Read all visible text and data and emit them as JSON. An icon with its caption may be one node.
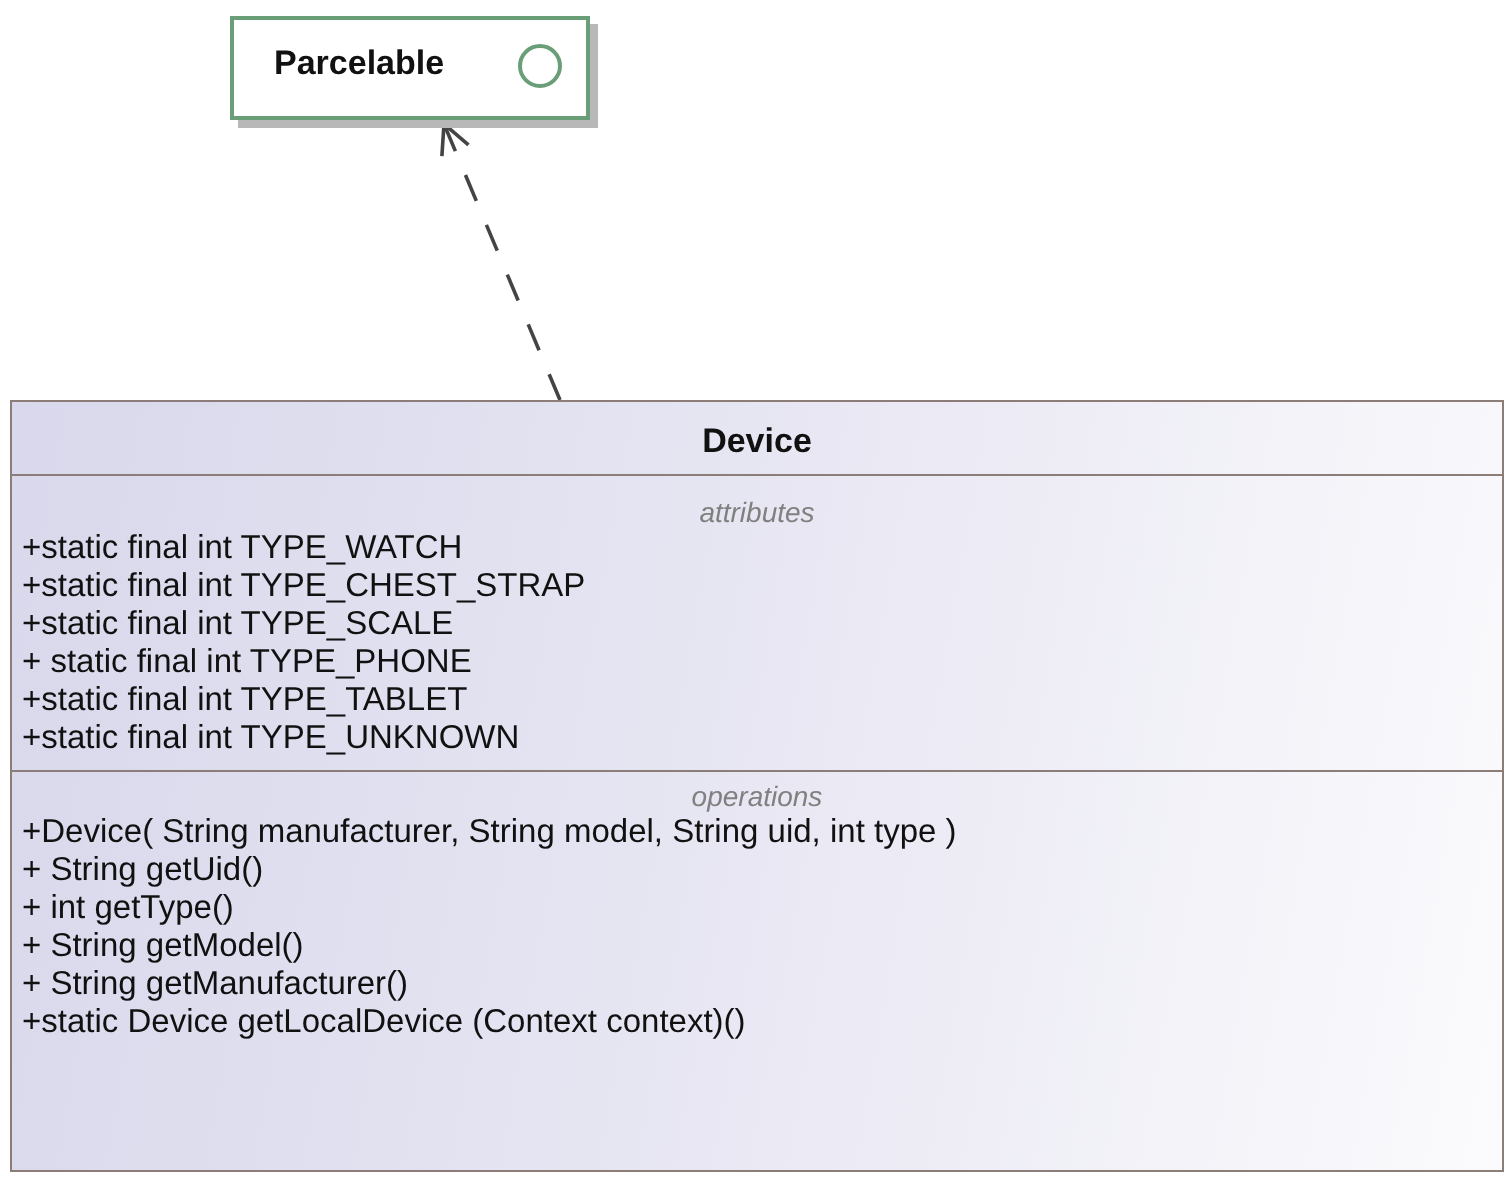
{
  "diagram": {
    "nodes": [
      {
        "text": [
          "Parcelable"
        ]
      },
      {
        "text": [
          "Device",
          "attributes",
          "+static final int TYPE_WATCH",
          "+static final int TYPE_CHEST_STRAP",
          "+static final int TYPE_SCALE",
          "+ static final int TYPE_PHONE",
          "+static final int TYPE_TABLET",
          "+static final int TYPE_UNKNOWN",
          "operations",
          "+Device( String manufacturer, String model, String uid, int type )",
          "+ String getUid()",
          "+ int getType()",
          "+ String getModel()",
          "+ String getManufacturer()",
          "+static Device getLocalDevice (Context context)()"
        ]
      }
    ],
    "edges": [
      {
        "from": 1,
        "to": 0,
        "arrow": "to",
        "style": "dashed"
      }
    ]
  }
}
